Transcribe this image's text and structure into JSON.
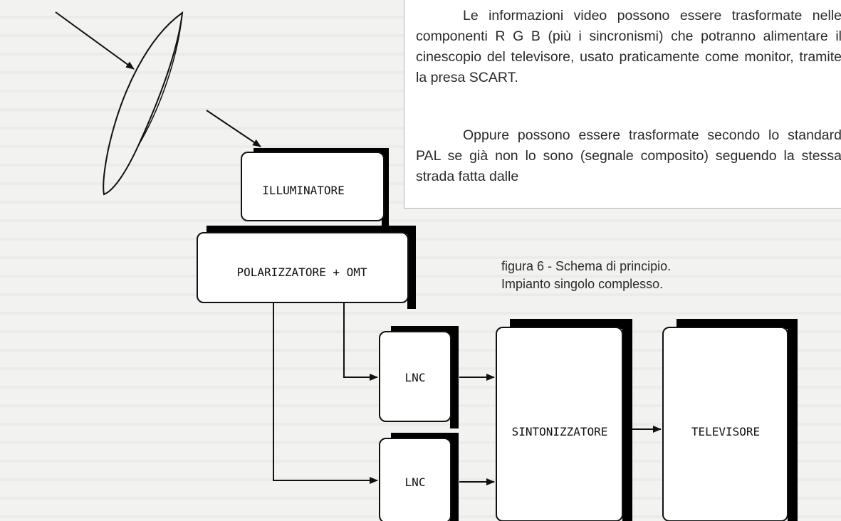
{
  "text": {
    "paragraph_1": "Le informazioni video possono essere trasformate nelle componenti R G B (più i sincronismi) che potranno alimentare il cinescopio del televisore, usato praticamente come monitor, tramite la presa SCART.",
    "paragraph_2": "Oppure possono essere trasformate secondo lo standard PAL se già non lo sono (segnale composito) seguendo la stessa strada fatta dalle"
  },
  "caption": {
    "line_1": "figura 6 - Schema di principio.",
    "line_2": "Impianto singolo complesso."
  },
  "diagram": {
    "blocks": {
      "illuminatore": "ILLUMINATORE",
      "polarizzatore": "POLARIZZATORE + OMT",
      "lnc_upper": "LNC",
      "lnc_lower": "LNC",
      "sintonizzatore": "SINTONIZZATORE",
      "televisore": "TELEVISORE"
    }
  }
}
